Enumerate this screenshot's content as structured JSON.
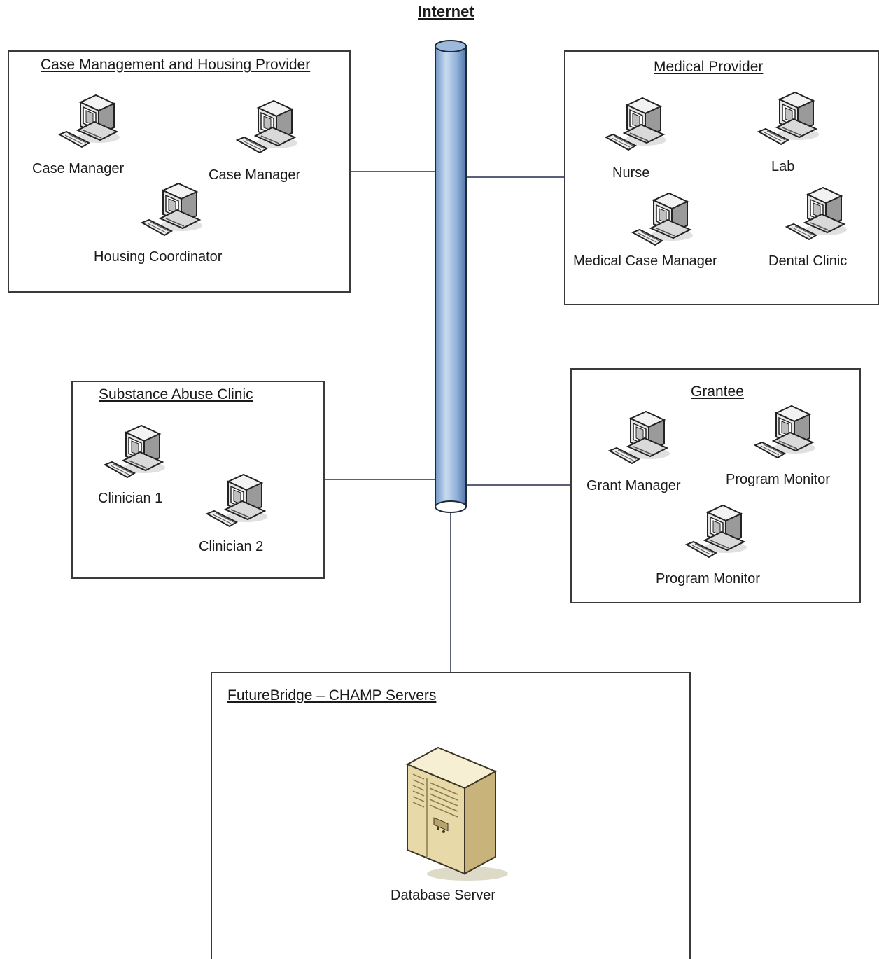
{
  "internet": {
    "title": "Internet"
  },
  "groups": {
    "case_mgmt": {
      "title": "Case Management and Housing Provider",
      "nodes": {
        "a": "Case Manager",
        "b": "Case Manager",
        "c": "Housing Coordinator"
      }
    },
    "medical": {
      "title": "Medical Provider",
      "nodes": {
        "a": "Nurse",
        "b": "Lab",
        "c": "Medical Case Manager",
        "d": "Dental Clinic"
      }
    },
    "substance": {
      "title": "Substance Abuse Clinic",
      "nodes": {
        "a": "Clinician 1",
        "b": "Clinician 2"
      }
    },
    "grantee": {
      "title": "Grantee",
      "nodes": {
        "a": "Grant Manager",
        "b": "Program Monitor",
        "c": "Program Monitor"
      }
    },
    "servers": {
      "title": "FutureBridge – CHAMP Servers",
      "nodes": {
        "a": "Database Server"
      }
    }
  },
  "colors": {
    "backbone_fill": "#a9c4e2",
    "backbone_stroke": "#1e2a3a",
    "wire": "#5a5f7a",
    "border": "#3a3a3a"
  }
}
